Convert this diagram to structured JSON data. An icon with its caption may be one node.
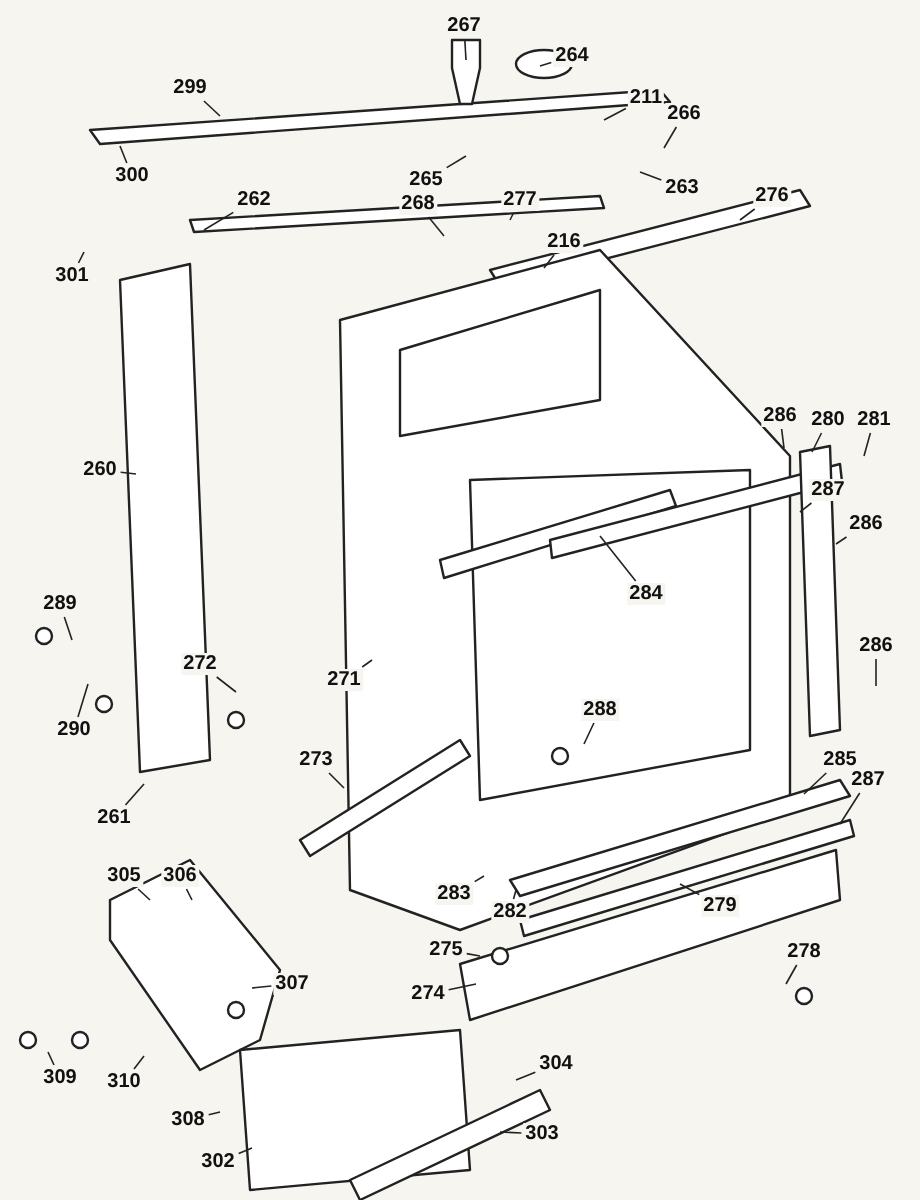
{
  "diagram": {
    "nodes": [
      {
        "text": [
          "267"
        ]
      },
      {
        "text": [
          "264"
        ]
      },
      {
        "text": [
          "299"
        ]
      },
      {
        "text": [
          "211"
        ]
      },
      {
        "text": [
          "266"
        ]
      },
      {
        "text": [
          "300"
        ]
      },
      {
        "text": [
          "265"
        ]
      },
      {
        "text": [
          "263"
        ]
      },
      {
        "text": [
          "276"
        ]
      },
      {
        "text": [
          "262"
        ]
      },
      {
        "text": [
          "268"
        ]
      },
      {
        "text": [
          "277"
        ]
      },
      {
        "text": [
          "216"
        ]
      },
      {
        "text": [
          "301"
        ]
      },
      {
        "text": [
          "287"
        ]
      },
      {
        "text": [
          "286"
        ]
      },
      {
        "text": [
          "280"
        ]
      },
      {
        "text": [
          "281"
        ]
      },
      {
        "text": [
          "260"
        ]
      },
      {
        "text": [
          "286"
        ]
      },
      {
        "text": [
          "284"
        ]
      },
      {
        "text": [
          "289"
        ]
      },
      {
        "text": [
          "272"
        ]
      },
      {
        "text": [
          "271"
        ]
      },
      {
        "text": [
          "286"
        ]
      },
      {
        "text": [
          "290"
        ]
      },
      {
        "text": [
          "288"
        ]
      },
      {
        "text": [
          "273"
        ]
      },
      {
        "text": [
          "285"
        ]
      },
      {
        "text": [
          "287"
        ]
      },
      {
        "text": [
          "261"
        ]
      },
      {
        "text": [
          "305"
        ]
      },
      {
        "text": [
          "306"
        ]
      },
      {
        "text": [
          "283"
        ]
      },
      {
        "text": [
          "282"
        ]
      },
      {
        "text": [
          "279"
        ]
      },
      {
        "text": [
          "275"
        ]
      },
      {
        "text": [
          "278"
        ]
      },
      {
        "text": [
          "274"
        ]
      },
      {
        "text": [
          "307"
        ]
      },
      {
        "text": [
          "304"
        ]
      },
      {
        "text": [
          "309"
        ]
      },
      {
        "text": [
          "310"
        ]
      },
      {
        "text": [
          "308"
        ]
      },
      {
        "text": [
          "302"
        ]
      },
      {
        "text": [
          "303"
        ]
      }
    ],
    "edges": [
      {
        "from": 0,
        "to": null,
        "arrow": "none"
      },
      {
        "from": 1,
        "to": null,
        "arrow": "none"
      },
      {
        "from": 2,
        "to": null,
        "arrow": "none"
      },
      {
        "from": 3,
        "to": null,
        "arrow": "none"
      },
      {
        "from": 4,
        "to": null,
        "arrow": "none"
      },
      {
        "from": 5,
        "to": null,
        "arrow": "none"
      },
      {
        "from": 6,
        "to": null,
        "arrow": "none"
      },
      {
        "from": 7,
        "to": null,
        "arrow": "none"
      },
      {
        "from": 8,
        "to": null,
        "arrow": "none"
      },
      {
        "from": 9,
        "to": null,
        "arrow": "none"
      },
      {
        "from": 10,
        "to": null,
        "arrow": "none"
      },
      {
        "from": 11,
        "to": null,
        "arrow": "none"
      },
      {
        "from": 12,
        "to": null,
        "arrow": "none"
      },
      {
        "from": 13,
        "to": null,
        "arrow": "none"
      },
      {
        "from": 14,
        "to": null,
        "arrow": "none"
      },
      {
        "from": 15,
        "to": null,
        "arrow": "none"
      },
      {
        "from": 16,
        "to": null,
        "arrow": "none"
      },
      {
        "from": 17,
        "to": null,
        "arrow": "none"
      },
      {
        "from": 18,
        "to": null,
        "arrow": "none"
      },
      {
        "from": 19,
        "to": null,
        "arrow": "none"
      },
      {
        "from": 20,
        "to": null,
        "arrow": "none"
      },
      {
        "from": 21,
        "to": null,
        "arrow": "none"
      },
      {
        "from": 22,
        "to": null,
        "arrow": "none"
      },
      {
        "from": 23,
        "to": null,
        "arrow": "none"
      },
      {
        "from": 24,
        "to": null,
        "arrow": "none"
      },
      {
        "from": 25,
        "to": null,
        "arrow": "none"
      },
      {
        "from": 26,
        "to": null,
        "arrow": "none"
      },
      {
        "from": 27,
        "to": null,
        "arrow": "none"
      },
      {
        "from": 28,
        "to": null,
        "arrow": "none"
      },
      {
        "from": 29,
        "to": null,
        "arrow": "none"
      },
      {
        "from": 30,
        "to": null,
        "arrow": "none"
      },
      {
        "from": 31,
        "to": null,
        "arrow": "none"
      },
      {
        "from": 32,
        "to": null,
        "arrow": "none"
      },
      {
        "from": 33,
        "to": null,
        "arrow": "none"
      },
      {
        "from": 34,
        "to": null,
        "arrow": "none"
      },
      {
        "from": 35,
        "to": null,
        "arrow": "none"
      },
      {
        "from": 36,
        "to": null,
        "arrow": "none"
      },
      {
        "from": 37,
        "to": null,
        "arrow": "none"
      },
      {
        "from": 38,
        "to": null,
        "arrow": "none"
      },
      {
        "from": 39,
        "to": null,
        "arrow": "none"
      },
      {
        "from": 40,
        "to": null,
        "arrow": "none"
      },
      {
        "from": 41,
        "to": null,
        "arrow": "none"
      },
      {
        "from": 42,
        "to": null,
        "arrow": "none"
      },
      {
        "from": 43,
        "to": null,
        "arrow": "none"
      },
      {
        "from": 44,
        "to": null,
        "arrow": "none"
      },
      {
        "from": 45,
        "to": null,
        "arrow": "none"
      }
    ]
  }
}
